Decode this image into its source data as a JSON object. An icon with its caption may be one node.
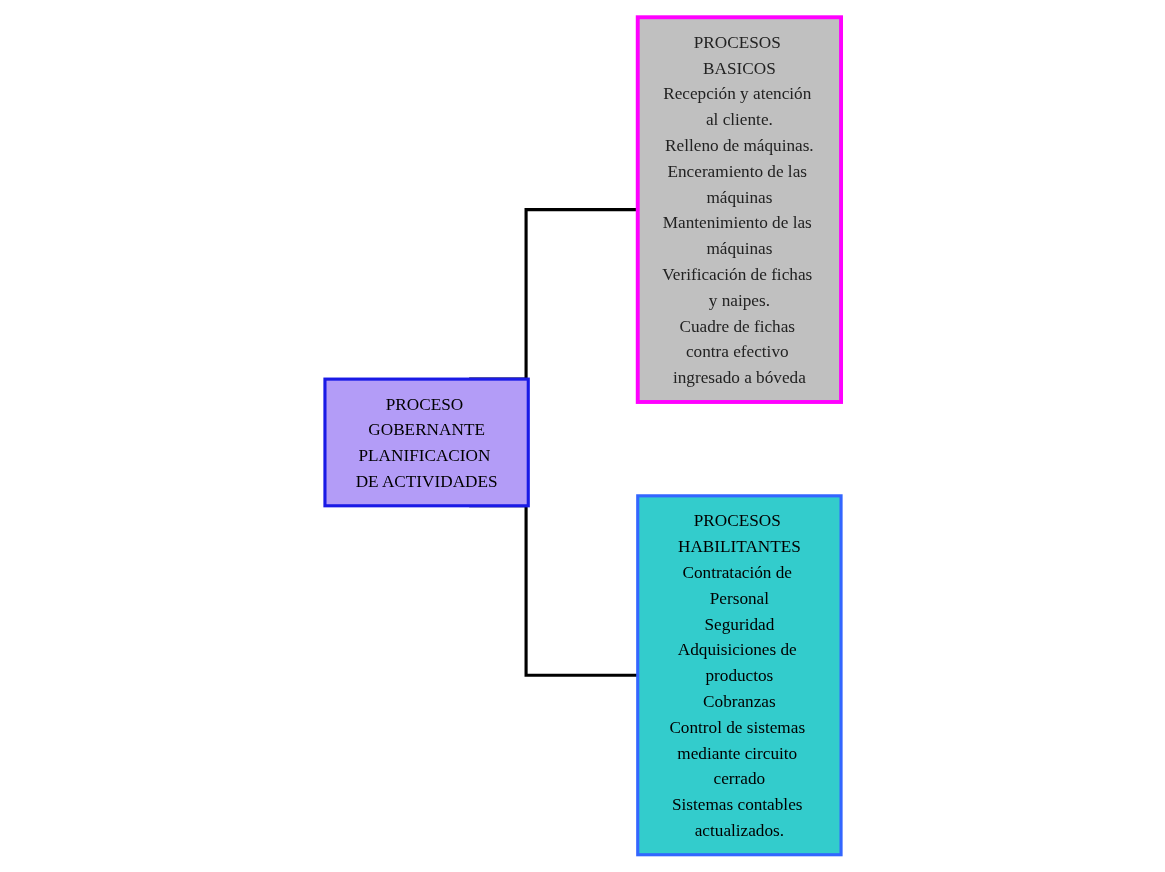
{
  "diagram": {
    "nodes": [
      {
        "text": [
          "PROCESO GOBERNANTE",
          "PLANIFICACION DE ACTIVIDADES"
        ]
      },
      {
        "text": [
          "PROCESOS BASICOS",
          "Recepción y atención al cliente.",
          "Relleno de máquinas.",
          "Enceramiento de las máquinas",
          "Mantenimiento de las máquinas",
          "Verificación de fichas y naipes.",
          "Cuadre de fichas contra efectivo ingresado a bóveda"
        ]
      },
      {
        "text": [
          "PROCESOS HABILITANTES",
          "Contratación de Personal",
          "Seguridad",
          "Adquisiciones de productos",
          "Cobranzas",
          "Control de sistemas mediante circuito cerrado",
          "Sistemas contables actualizados."
        ]
      }
    ],
    "edges": [
      {
        "from": 0,
        "to": 1,
        "arrow": "none"
      },
      {
        "from": 0,
        "to": 2,
        "arrow": "none"
      }
    ]
  }
}
